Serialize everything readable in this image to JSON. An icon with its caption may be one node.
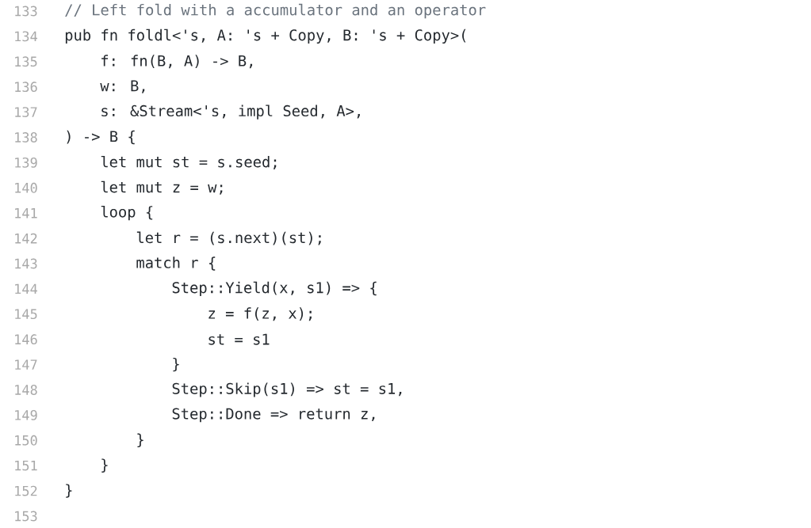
{
  "diagram": {
    "labels": [
      "133",
      "// Left fold with a accumulator and an operator",
      "134",
      "pub fn foldl<'s, A: 's + Copy, B: 's + Copy>(",
      "135",
      "f: fn(B, A) -> B,",
      "136",
      "w: B,",
      "137",
      "s: &Stream<'s, impl Seed, A>,",
      "138",
      ") -> B {",
      "139",
      "let mut st = s.seed;",
      "140",
      "let mut z = w;",
      "141",
      "loop {",
      "142",
      "let r = (s.next)(st);",
      "143",
      "match r {",
      "144",
      "Step::Yield(x, s1) => {",
      "145",
      "z = f(z, x);",
      "146",
      "st = s1",
      "147",
      "}",
      "148",
      "Step::Skip(s1) => st = s1,",
      "149",
      "Step::Done => return z,",
      "150",
      "}",
      "151",
      "}",
      "152",
      "}",
      "153"
    ]
  }
}
